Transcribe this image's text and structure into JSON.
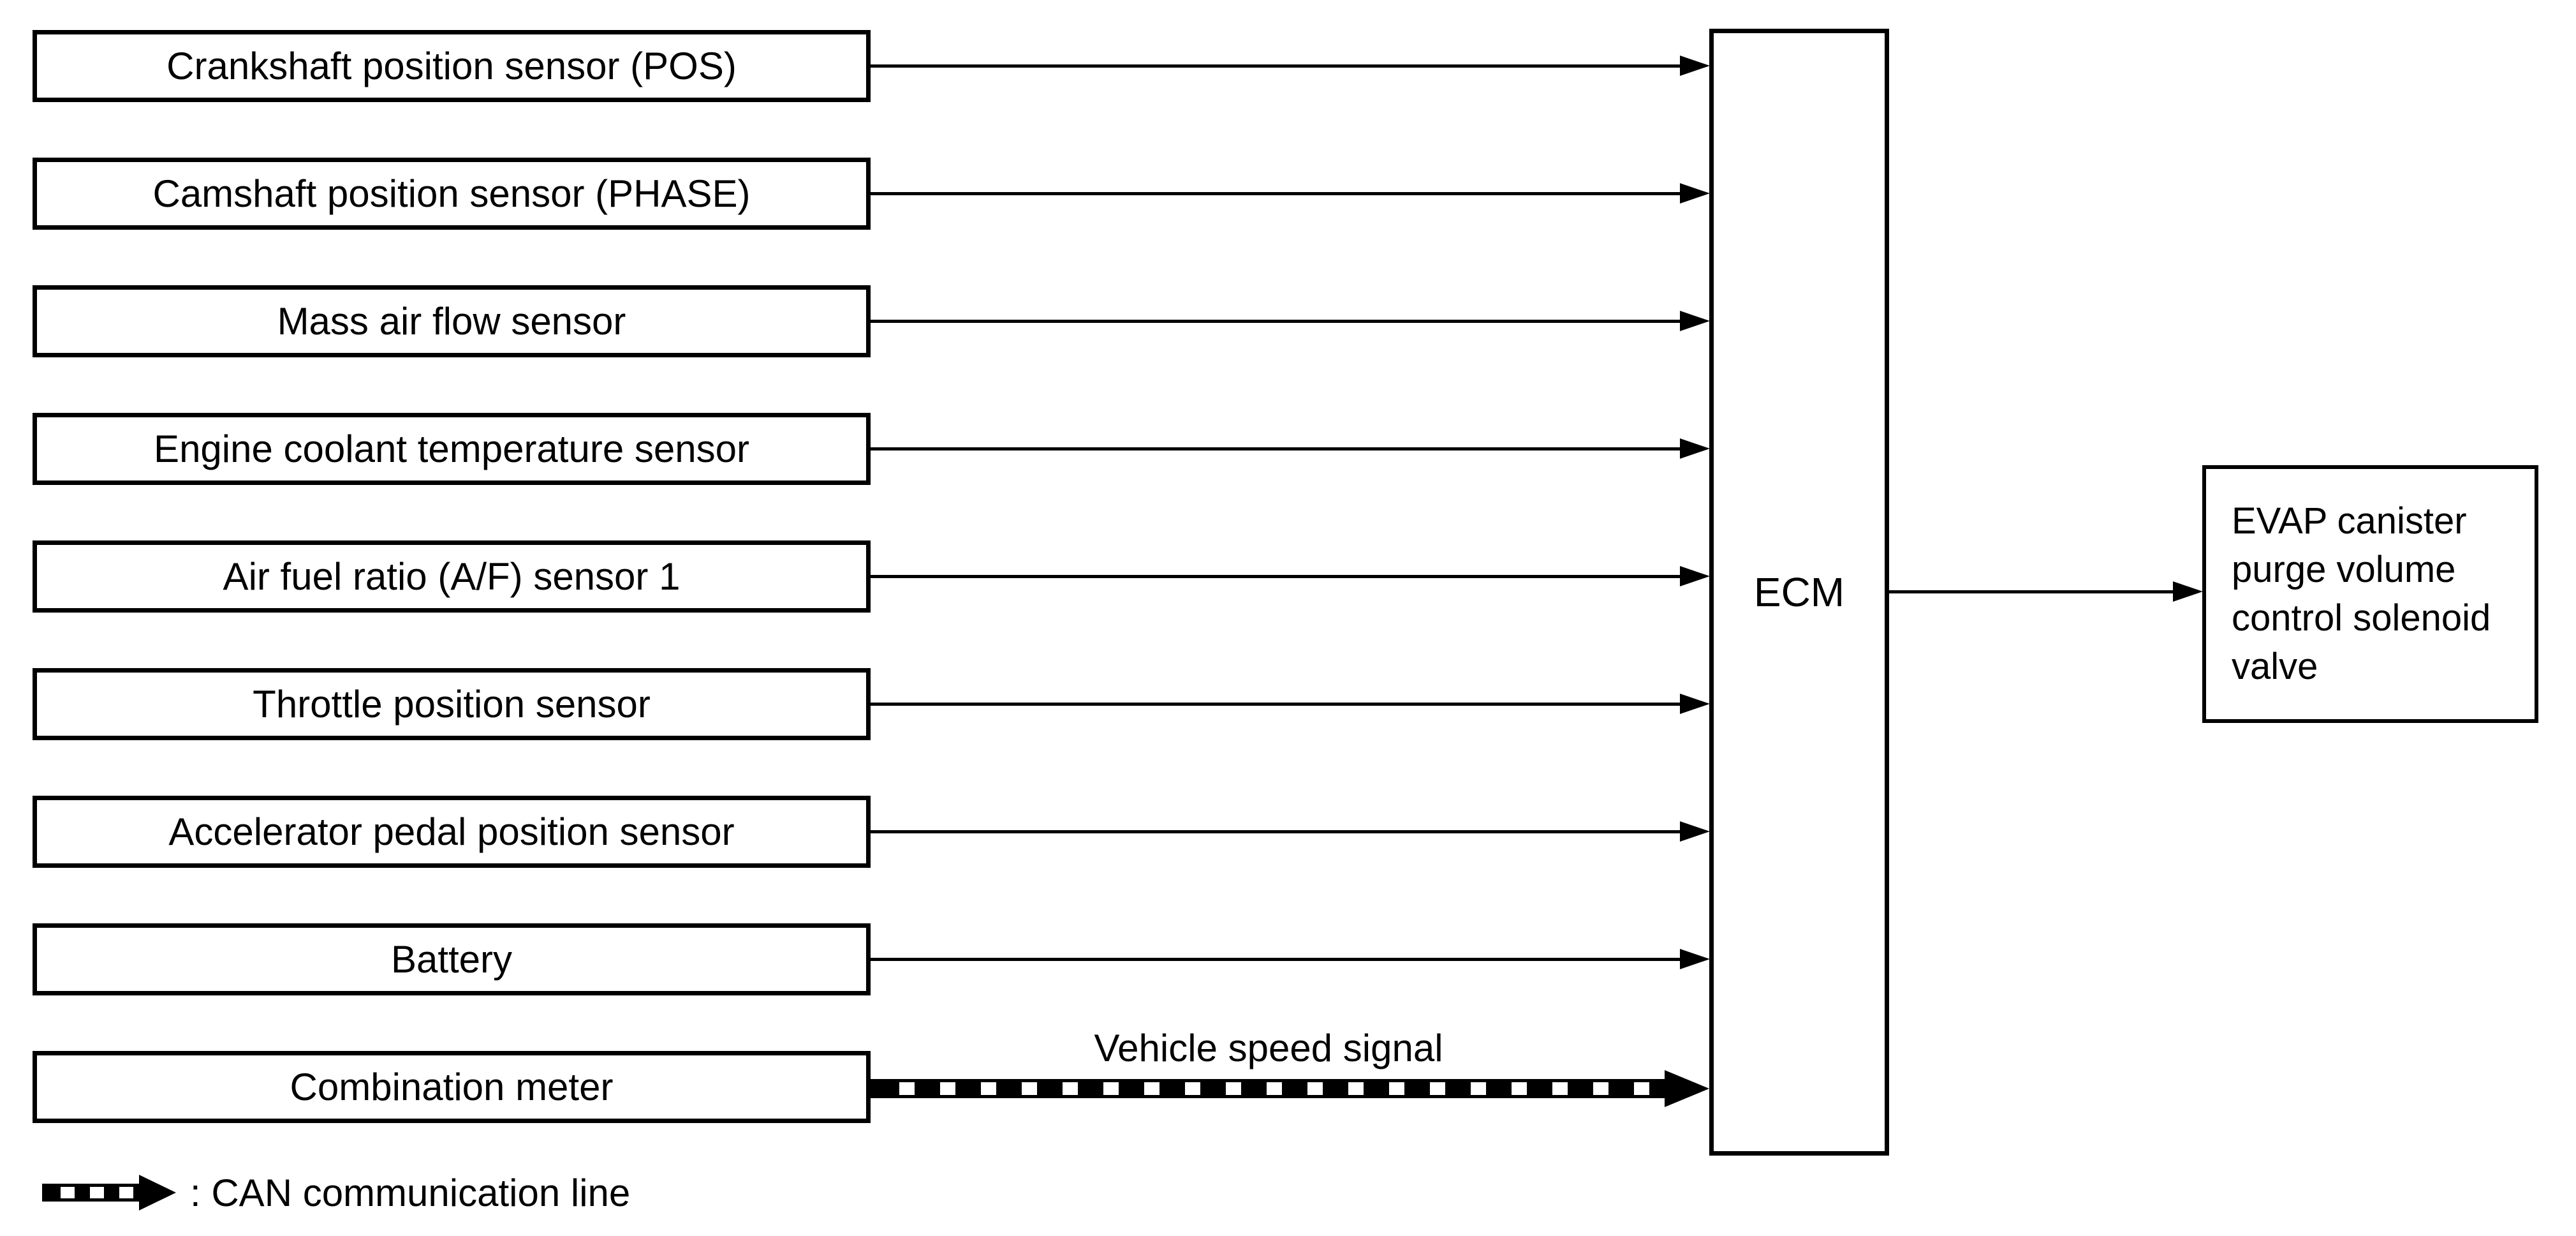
{
  "diagram": {
    "background_color": "#ffffff",
    "line_color": "#000000",
    "inputs": [
      {
        "label": "Crankshaft position sensor (POS)"
      },
      {
        "label": "Camshaft position sensor (PHASE)"
      },
      {
        "label": "Mass air flow sensor"
      },
      {
        "label": "Engine coolant temperature sensor"
      },
      {
        "label": "Air fuel ratio (A/F) sensor 1"
      },
      {
        "label": "Throttle position sensor"
      },
      {
        "label": "Accelerator pedal position sensor"
      },
      {
        "label": "Battery"
      },
      {
        "label": "Combination meter"
      }
    ],
    "ecm": {
      "label": "ECM"
    },
    "output": {
      "label": "EVAP canister purge volume control solenoid valve"
    },
    "can": {
      "signal_label": "Vehicle speed signal",
      "legend_label": ": CAN communication line"
    }
  }
}
